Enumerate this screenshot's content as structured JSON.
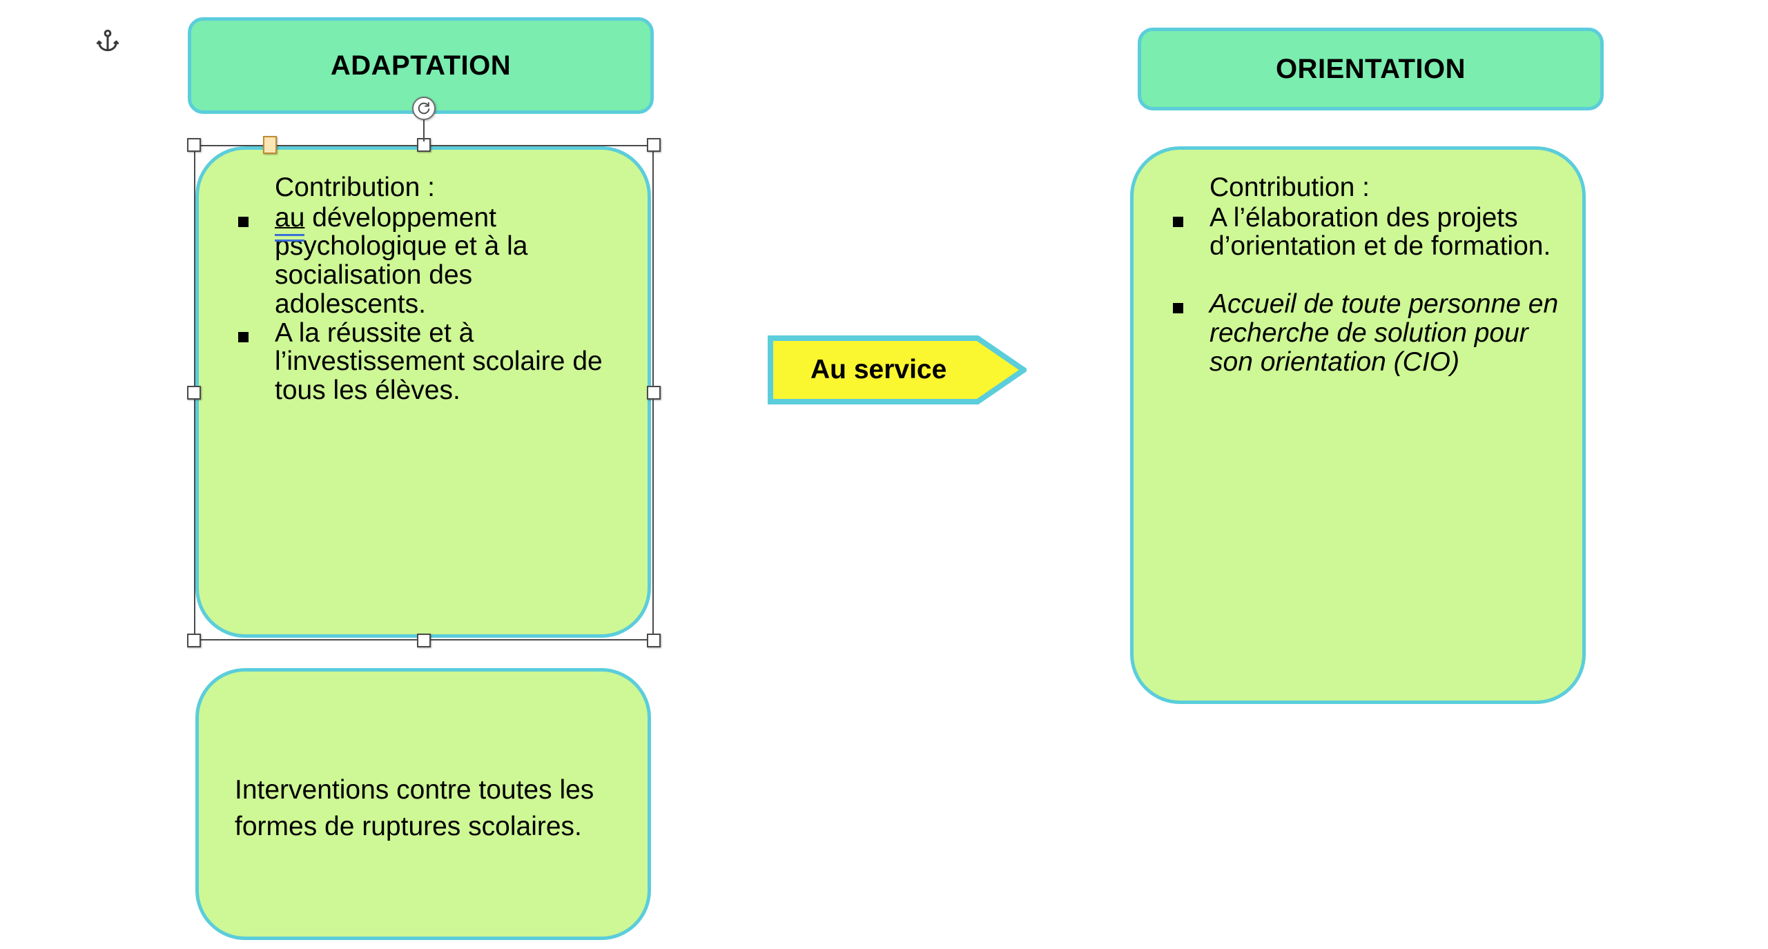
{
  "document": {
    "background_color": "#FFFFFF",
    "anchor_icon": "anchor-icon"
  },
  "palette": {
    "header_fill": "#7AEDAF",
    "body_fill": "#CEF795",
    "shape_border": "#5BCDDB",
    "arrow_fill": "#FAF630",
    "arrow_border": "#5BCDDB",
    "text": "#000000",
    "spellcheck_underline": "#3A6FD8",
    "selection_stroke": "#4A4A4A",
    "adjust_handle_fill": "#FCE6B4"
  },
  "columns": {
    "left": {
      "header": {
        "title": "ADAPTATION"
      },
      "content_box": {
        "selected": true,
        "lead": "Contribution :",
        "bullets": [
          {
            "prefix_underlined": "au",
            "text": " développement psychologique et à la socialisation des adolescents.",
            "italic": false,
            "spellchecked": true
          },
          {
            "prefix_underlined": "",
            "text": "A la réussite et à l’investissement scolaire de tous les élèves.",
            "italic": false,
            "spellchecked": false
          }
        ]
      },
      "footer_box": {
        "text": "Interventions contre toutes les formes de ruptures scolaires."
      }
    },
    "right": {
      "header": {
        "title": "ORIENTATION"
      },
      "content_box": {
        "lead": "Contribution :",
        "bullets": [
          {
            "text": "A l’élaboration des projets d’orientation et de formation.",
            "italic": false,
            "spaced": false
          },
          {
            "text": "Accueil de toute personne en recherche de solution pour son orientation (CIO)",
            "italic": true,
            "spaced": true
          }
        ]
      }
    }
  },
  "connector": {
    "label": "Au service",
    "shape": "right-arrow-pentagon"
  },
  "selection": {
    "handles": [
      "top-left",
      "top-center",
      "top-right",
      "middle-left",
      "middle-right",
      "bottom-left",
      "bottom-center",
      "bottom-right"
    ],
    "adjust_handle": "corner-radius-adjust",
    "rotate_handle": "rotate-icon"
  }
}
